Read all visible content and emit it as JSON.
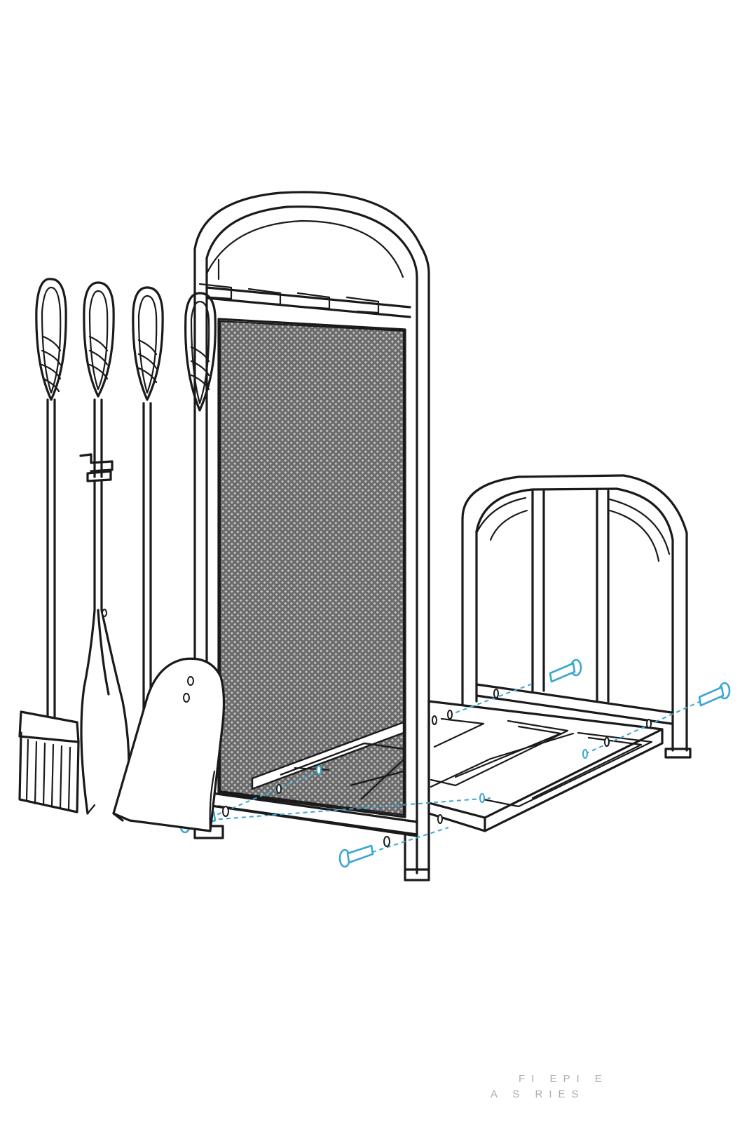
{
  "illustration": {
    "subject": "fireplace tool set with log holder",
    "style": "line art",
    "accent_color": "#3aa7cf",
    "line_color": "#1a1a1a",
    "background": "#ffffff"
  },
  "watermark": {
    "line1": "FI EPI E",
    "line2": "A  S RIES"
  },
  "icons": [
    "tool-loop-handle",
    "brush-icon",
    "tongs-icon",
    "shovel-icon",
    "poker-icon",
    "bolt-icon"
  ]
}
